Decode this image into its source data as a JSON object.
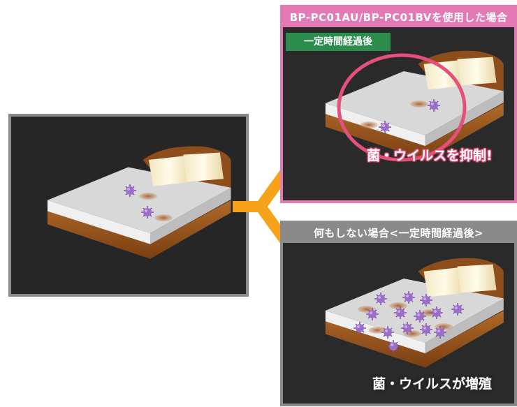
{
  "top_panel": {
    "header": "BP-PC01AU/BP-PC01BVを使用した場合",
    "tag": "一定時間経過後",
    "caption": "菌・ウイルスを抑制!"
  },
  "bottom_panel": {
    "header": "何もしない場合<一定時間経過後>",
    "caption": "菌・ウイルスが増殖"
  },
  "colors": {
    "pink": "#e37ab5",
    "green": "#2c8c4c",
    "grey": "#8a8a8a",
    "arrow": "#f6a21a",
    "virus": "#9b6fc8"
  },
  "icons": [
    "bed-icon",
    "virus-icon",
    "stain-icon",
    "arrow-icon"
  ]
}
